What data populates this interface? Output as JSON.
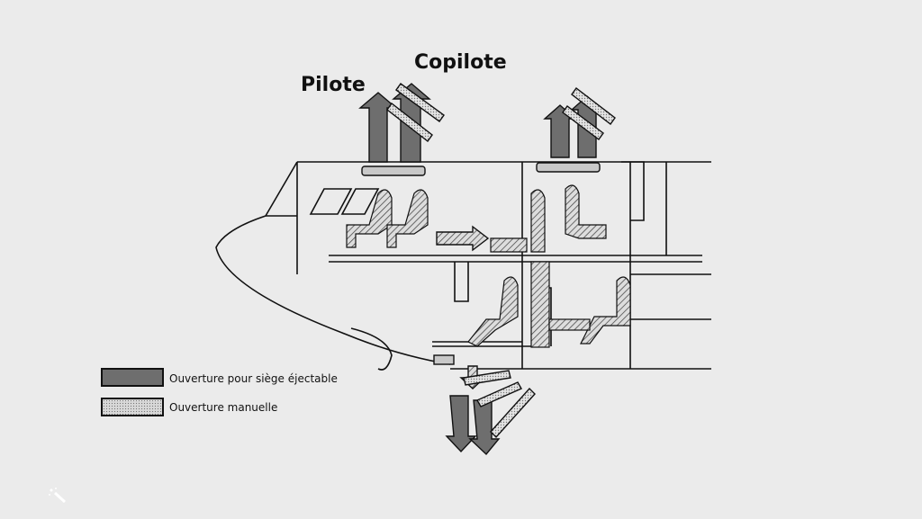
{
  "labels": {
    "pilot": "Pilote",
    "copilot": "Copilote"
  },
  "legend": [
    {
      "label": "Ouverture pour siège éjectable",
      "color": "#6e6e6e",
      "pattern": "solid"
    },
    {
      "label": "Ouverture manuelle",
      "color": "#d4d4d4",
      "pattern": "dotted"
    }
  ],
  "icons": {
    "corner": "magic-wand-icon"
  }
}
